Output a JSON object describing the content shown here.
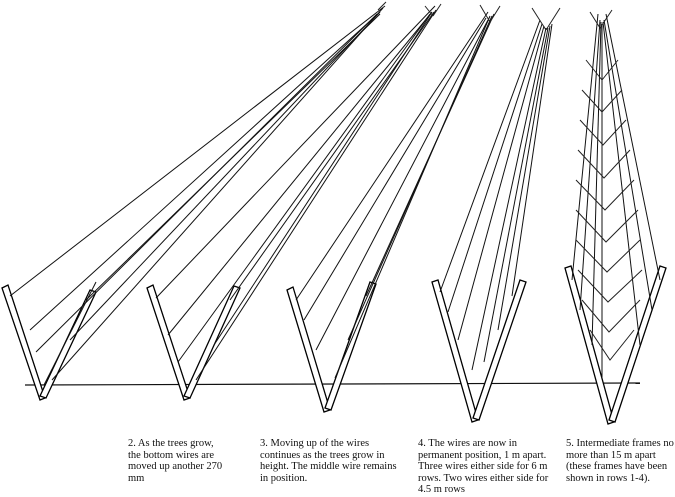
{
  "figure": {
    "panels": [
      {
        "number": "2",
        "caption": "2.  As the trees grow,\nthe bottom wires are\nmoved up another 270\nmm"
      },
      {
        "number": "3",
        "caption": "3. Moving up of the wires\ncontinues as the trees grow in\nheight.  The middle wire remains\nin position."
      },
      {
        "number": "4",
        "caption": "4.  The wires are now in\npermanent position, 1 m apart.\nThree wires either side for 6 m\nrows.  Two wires either side for\n4.5 m rows"
      },
      {
        "number": "5",
        "caption": "5.  Intermediate frames no\nmore than 15 m apart\n(these frames have been\nshown in rows 1-4)."
      }
    ]
  }
}
